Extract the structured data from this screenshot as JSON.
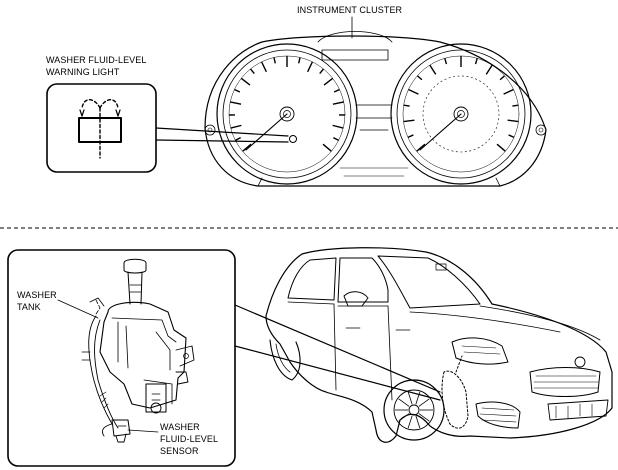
{
  "labels": {
    "instrument_cluster": "INSTRUMENT CLUSTER",
    "warning_light": [
      "WASHER FLUID-LEVEL",
      "WARNING LIGHT"
    ],
    "washer_tank": [
      "WASHER",
      "TANK"
    ],
    "level_sensor": [
      "WASHER",
      "FLUID-LEVEL",
      "SENSOR"
    ]
  },
  "icons": {
    "warning_symbol": "washer-fluid-level-icon",
    "cluster": "instrument-cluster-drawing",
    "tank": "washer-tank-drawing",
    "car": "hatchback-car-drawing"
  },
  "colors": {
    "line": "#000000",
    "background": "#ffffff"
  }
}
